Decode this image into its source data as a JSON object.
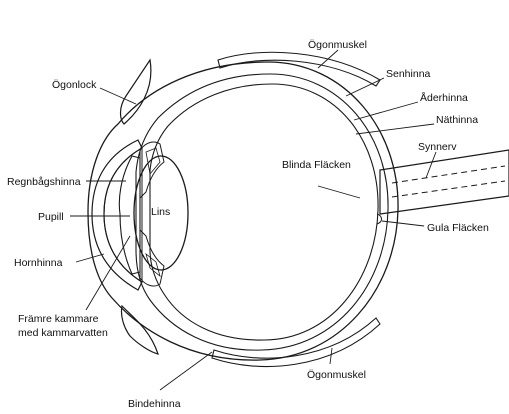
{
  "labels": {
    "ogonlock": "Ögonlock",
    "ogonmuskel_top": "Ögonmuskel",
    "senhinna": "Senhinna",
    "aderhinna": "Åderhinna",
    "nathinna": "Näthinna",
    "synnerv": "Synnerv",
    "blinda_flacken": "Blinda Fläcken",
    "gula_flacken": "Gula Fläcken",
    "regnbagshinna": "Regnbågshinna",
    "pupill": "Pupill",
    "lins": "Lins",
    "hornhinna": "Hornhinna",
    "framre_kammare_line1": "Främre kammare",
    "framre_kammare_line2": "med kammarvatten",
    "ogonmuskel_bottom": "Ögonmuskel",
    "bindehinna": "Bindehinna"
  },
  "colors": {
    "vitreous": "#fbe3dc",
    "choroid": "#f2b6b6",
    "sclera": "#ffffff",
    "iris": "#8fb6dd",
    "ciliary": "#8c8c8c",
    "ciliary_light": "#bdbdbd",
    "anterior_chamber": "#e8e8e8",
    "outline": "#1a1a1a"
  }
}
